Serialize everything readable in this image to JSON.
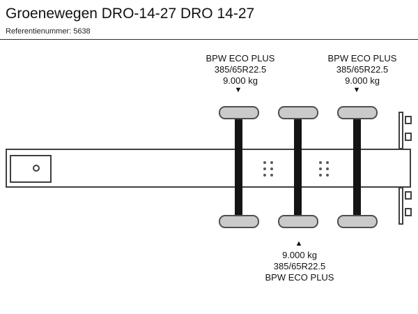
{
  "header": {
    "title": "Groenewegen DRO-14-27 DRO 14-27",
    "reference": "Referentienummer: 5638"
  },
  "diagram": {
    "top_labels": [
      {
        "brand": "BPW ECO PLUS",
        "tire_size": "385/65R22.5",
        "load": "9.000 kg"
      },
      {
        "brand": "BPW ECO PLUS",
        "tire_size": "385/65R22.5",
        "load": "9.000 kg"
      }
    ],
    "bottom_label": {
      "load": "9.000 kg",
      "tire_size": "385/65R22.5",
      "brand": "BPW ECO PLUS"
    },
    "arrow_down_glyph": "▼",
    "arrow_up_glyph": "▲",
    "colors": {
      "tire_fill": "#cacaca",
      "tire_border": "#4f4f4f",
      "axle_bar": "#141414",
      "chassis_outline": "#3f3f3f",
      "text": "#111111"
    }
  }
}
